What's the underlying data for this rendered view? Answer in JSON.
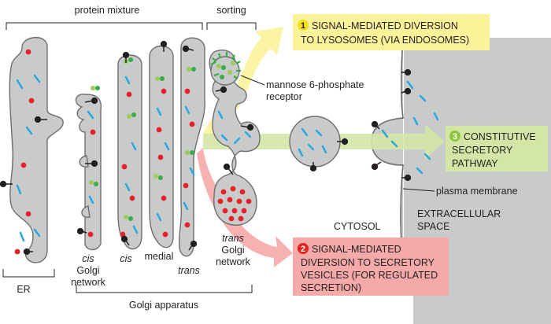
{
  "labels": {
    "protein_mixture": "protein mixture",
    "sorting": "sorting",
    "receptor_line1": "mannose 6-phosphate",
    "receptor_line2": "receptor",
    "cis_golgi": [
      "cis",
      "Golgi",
      "network"
    ],
    "cis": "cis",
    "medial": "medial",
    "trans": "trans",
    "trans_golgi": [
      "trans",
      "Golgi",
      "network"
    ],
    "er": "ER",
    "golgi_apparatus": "Golgi apparatus",
    "plasma_membrane": "plasma membrane",
    "cytosol": "CYTOSOL",
    "extracellular": [
      "EXTRACELLULAR",
      "SPACE"
    ]
  },
  "pathways": [
    {
      "number": "1",
      "lines": [
        "SIGNAL-MEDIATED DIVERSION",
        "TO LYSOSOMES (VIA ENDOSOMES)"
      ],
      "color": "#fbf39a",
      "badge_color": "#f4e01c"
    },
    {
      "number": "2",
      "lines": [
        "SIGNAL-MEDIATED",
        "DIVERSION TO SECRETORY",
        "VESICLES (FOR REGULATED",
        "SECRETION)"
      ],
      "color": "#f6a9a9",
      "badge_color": "#e2231a"
    },
    {
      "number": "3",
      "lines": [
        "CONSTITUTIVE",
        "SECRETORY",
        "PATHWAY"
      ],
      "color": "#d4e6a5",
      "badge_color": "#8cc63f"
    }
  ],
  "colors": {
    "membrane_fill": "#c9cbcb",
    "membrane_stroke": "#6d6e70",
    "red_protein": "#e8202a",
    "green_protein": "#3bab49",
    "light_green_protein": "#9bcb5b",
    "blue_protein": "#23a7e0",
    "receptor": "#231f20"
  }
}
